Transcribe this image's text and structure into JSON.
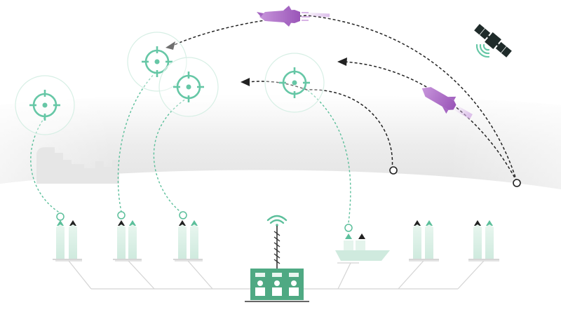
{
  "colors": {
    "background": "#ffffff",
    "horizon_fog": "#e6e6e6",
    "accent_green": "#5cbf9b",
    "reticle_green": "#66c7a6",
    "launcher_fill": "#d5eee3",
    "hq_fill": "#4fa983",
    "missile_purple": "#a566c2",
    "trajectory_dark": "#222222",
    "connector_gray": "#d4d4d4",
    "satellite_dark": "#1f2b2a"
  },
  "icons": {
    "target": "crosshair-reticle",
    "missile": "cruise-missile",
    "satellite": "satellite",
    "launcher": "missile-launcher",
    "ship": "naval-ship",
    "command": "command-center",
    "signal": "wifi-signal"
  },
  "diagram": {
    "targets_count": 4,
    "incoming_missiles": 2,
    "launcher_units": 6,
    "ship_units": 1
  }
}
